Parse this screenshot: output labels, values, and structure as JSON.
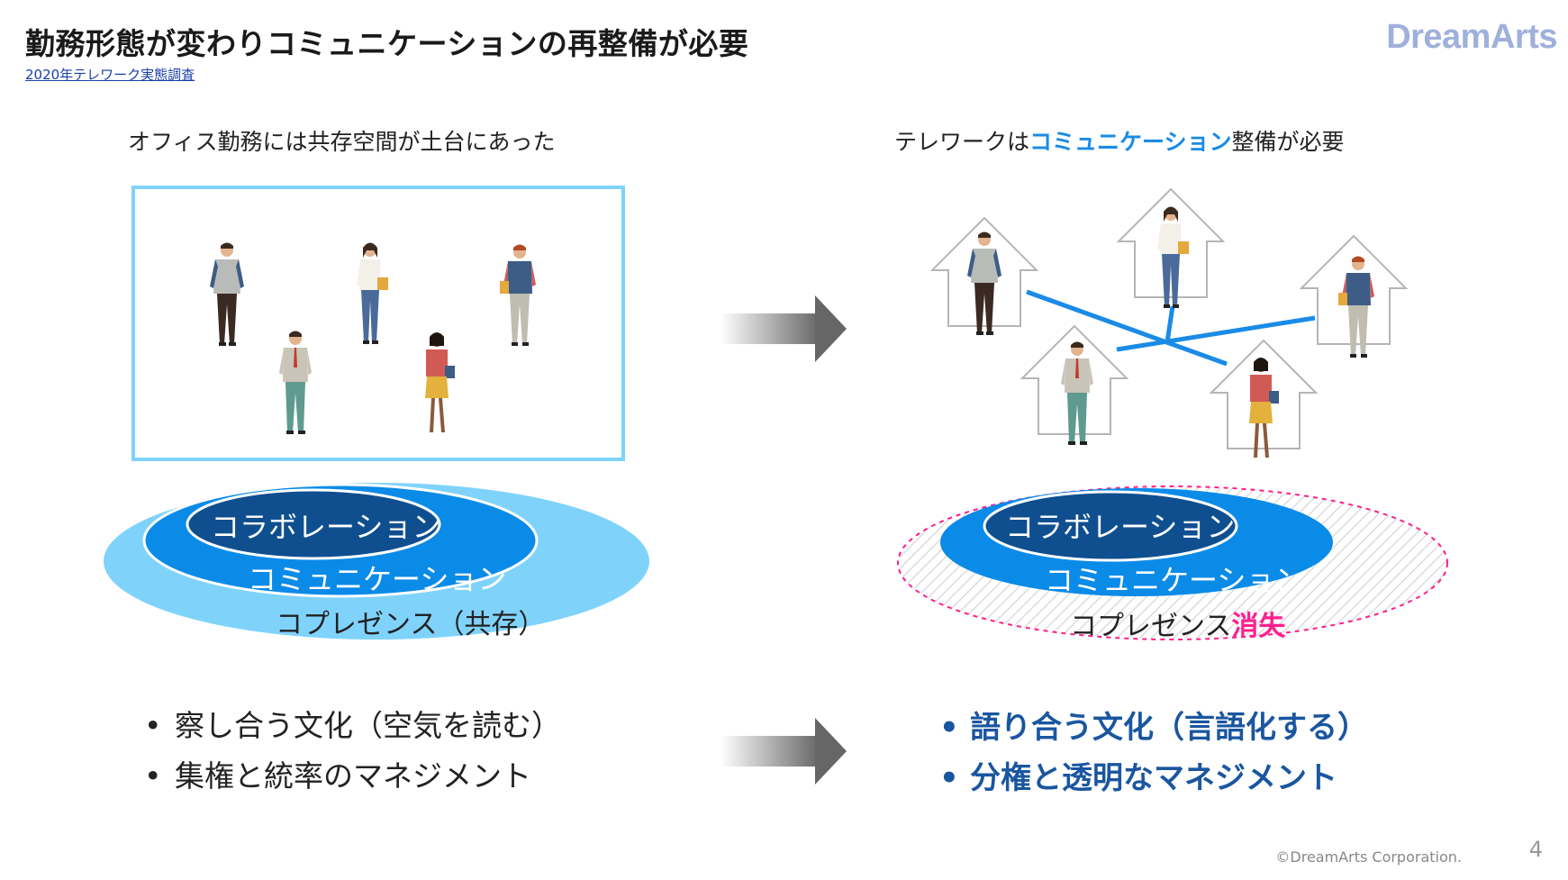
{
  "slide": {
    "title": "勤務形態が変わりコミュニケーションの再整備が必要",
    "source_link": "2020年テレワーク実態調査",
    "logo": "DreamArts",
    "footer": "©DreamArts Corporation.",
    "page_number": "4"
  },
  "left": {
    "heading": "オフィス勤務には共存空間が土台にあった",
    "layers": {
      "inner": "コラボレーション",
      "middle": "コミュニケーション",
      "outer": "コプレゼンス（共存）"
    },
    "bullets": [
      "察し合う文化（空気を読む）",
      "集権と統率のマネジメント"
    ]
  },
  "right": {
    "heading_pre": "テレワークは",
    "heading_highlight": "コミュニケーション",
    "heading_post": "整備が必要",
    "layers": {
      "inner": "コラボレーション",
      "middle": "コミュニケーション",
      "outer_pre": "コプレゼンス",
      "outer_highlight": "消失"
    },
    "bullets": [
      "語り合う文化（言語化する）",
      "分権と透明なマネジメント"
    ]
  },
  "bullet_glyph": "•",
  "colors": {
    "light_blue": "#7fd3fb",
    "mid_blue": "#0b8be8",
    "dark_blue": "#0f4f8f",
    "accent_blue": "#1a8be6",
    "pink": "#ff1f8e",
    "bullet_blue": "#1a56a0"
  },
  "icons": [
    "person-figure-icon",
    "house-icon",
    "arrow-right-icon"
  ]
}
